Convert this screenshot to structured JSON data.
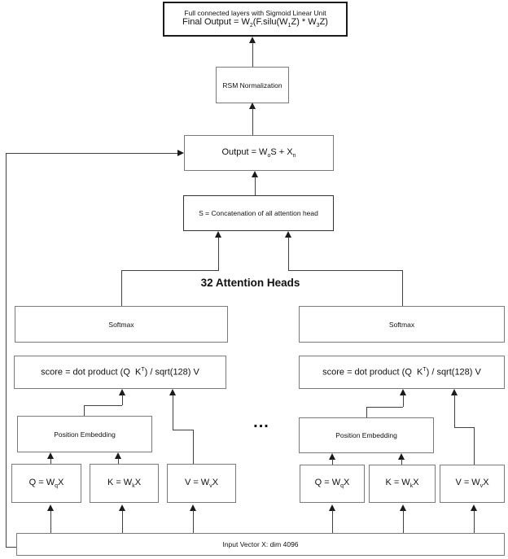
{
  "diagram": {
    "fc_box": {
      "line1": "Full connected layers with Sigmoid Linear Unit",
      "line2": {
        "p1": "Final Output = W",
        "s1": "2",
        "p2": "(F.silu(W",
        "s2": "1",
        "p3": "Z) * W",
        "s3": "3",
        "p4": "Z)"
      }
    },
    "rsm_box": {
      "label": "RSM Normalization"
    },
    "output_box": {
      "p1": "Output = W",
      "s1": "o",
      "p2": "S + X",
      "s2": "n"
    },
    "concat_box": {
      "label": "S = Concatenation of all attention head"
    },
    "heads_label": "32 Attention Heads",
    "ellipsis": "...",
    "left_head": {
      "softmax": "Softmax",
      "score": {
        "p1": "score = dot product (Q  K",
        "sup": "T",
        "p2": ") / sqrt(128) V"
      },
      "position_embedding": "Position Embedding",
      "q": {
        "p1": "Q = W",
        "sub": "q",
        "p2": "X"
      },
      "k": {
        "p1": "K = W",
        "sub": "k",
        "p2": "X"
      },
      "v": {
        "p1": "V = W",
        "sub": "v",
        "p2": "X"
      }
    },
    "right_head": {
      "softmax": "Softmax",
      "score": {
        "p1": "score = dot product (Q  K",
        "sup": "T",
        "p2": ") / sqrt(128) V"
      },
      "position_embedding": "Position Embedding",
      "q": {
        "p1": "Q = W",
        "sub": "q",
        "p2": "X"
      },
      "k": {
        "p1": "K = W",
        "sub": "k",
        "p2": "X"
      },
      "v": {
        "p1": "V = W",
        "sub": "v",
        "p2": "X"
      }
    },
    "input_box": {
      "label": "Input Vector X: dim 4096"
    }
  },
  "colors": {
    "background": "#ffffff",
    "box_border": "#7b7b7b",
    "dark_border": "#1a1a1a",
    "line": "#404040",
    "text": "#111111"
  }
}
